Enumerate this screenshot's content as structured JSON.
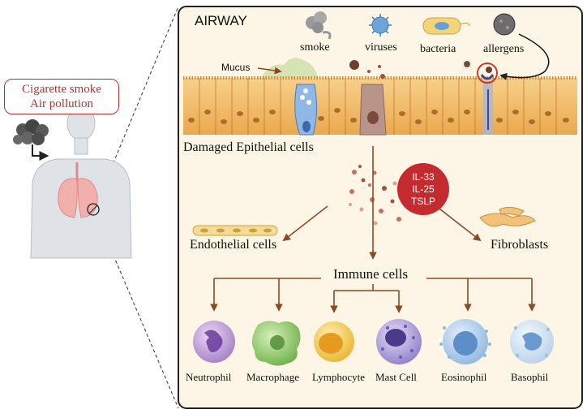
{
  "exposure": {
    "line1": "Cigarette smoke",
    "line2": "Air pollution"
  },
  "airway": {
    "title": "AIRWAY",
    "mucus_label": "Mucus",
    "triggers": [
      "smoke",
      "viruses",
      "bacteria",
      "allergens"
    ],
    "epithelium_label": "Damaged Epithelial cells"
  },
  "cytokines": [
    "IL-33",
    "IL-25",
    "TSLP"
  ],
  "targets": {
    "left": "Endothelial cells",
    "right": "Fibroblasts"
  },
  "immune": {
    "title": "Immune cells",
    "cells": [
      "Neutrophil",
      "Macrophage",
      "Lymphocyte",
      "Mast Cell",
      "Eosinophil",
      "Basophil"
    ]
  },
  "colors": {
    "accent_red": "#b23232",
    "arrow_brown": "#8a4a22",
    "panel_fill": "#fdf6e6",
    "epithelium": "#f0b860",
    "cytokine_badge": "#c42b2e"
  }
}
